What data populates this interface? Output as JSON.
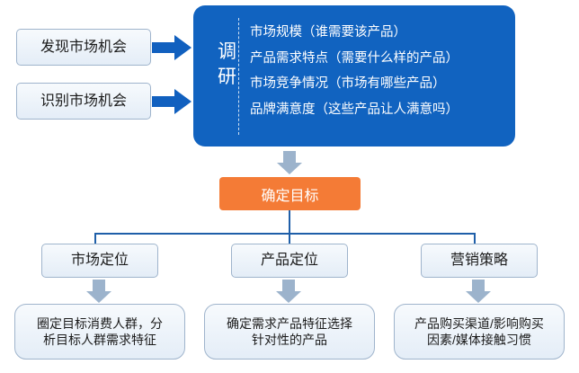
{
  "inputs": [
    {
      "label": "发现市场机会"
    },
    {
      "label": "识别市场机会"
    }
  ],
  "research_panel": {
    "title_chars": [
      "调",
      "研"
    ],
    "items": [
      "市场规模（谁需要该产品）",
      "产品需求特点（需要什么样的产品）",
      "市场竞争情况（市场有哪些产品）",
      "品牌满意度（这些产品让人满意吗）"
    ],
    "color": "#1163c0"
  },
  "goal": {
    "label": "确定目标",
    "color": "#f47b36"
  },
  "branches": [
    {
      "title": "市场定位",
      "detail_lines": [
        "圈定目标消费人群，分",
        "析目标人群需求特征"
      ]
    },
    {
      "title": "产品定位",
      "detail_lines": [
        "确定需求产品特征选择",
        "针对性的产品"
      ]
    },
    {
      "title": "营销策略",
      "detail_lines": [
        "产品购买渠道/影响购买",
        "因素/媒体接触习惯"
      ]
    }
  ],
  "icons": {
    "arrow_right": "arrow-right-icon",
    "arrow_down": "arrow-down-icon"
  },
  "colors": {
    "panel_blue": "#1163c0",
    "goal_orange": "#f47b36",
    "connector_blue": "#1f5fa9",
    "arrow_blue": "#1160bf",
    "arrow_grey": "#9cb3cc",
    "box_border": "#9fb4cc"
  }
}
